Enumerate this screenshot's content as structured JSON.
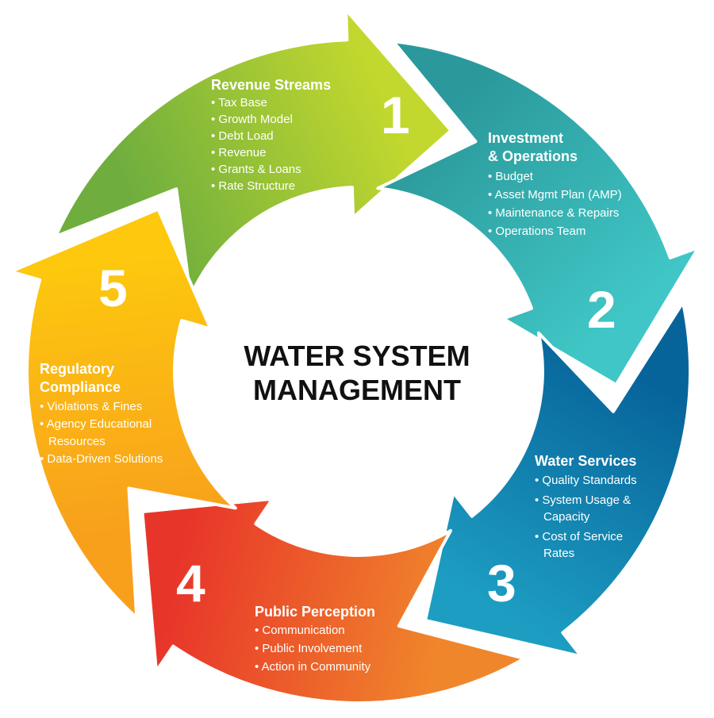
{
  "title": [
    "WATER SYSTEM",
    "MANAGEMENT"
  ],
  "segments": [
    {
      "number": "1",
      "title": [
        "Revenue Streams"
      ],
      "bullets": [
        "• Tax Base",
        "• Growth Model",
        "• Debt Load",
        "• Revenue",
        "• Grants & Loans",
        "• Rate Structure"
      ],
      "colors": [
        "#6fae3e",
        "#c3d82e"
      ]
    },
    {
      "number": "2",
      "title": [
        "Investment",
        "& Operations"
      ],
      "bullets": [
        "• Budget",
        "• Asset Mgmt Plan (AMP)",
        "• Maintenance & Repairs",
        "• Operations Team"
      ],
      "colors": [
        "#2b999b",
        "#40c6c6"
      ]
    },
    {
      "number": "3",
      "title": [
        "Water Services"
      ],
      "bullets": [
        "• Quality Standards",
        "• System Usage &",
        "Capacity",
        "• Cost of Service",
        "Rates"
      ],
      "colors": [
        "#07649a",
        "#1d9dc2"
      ]
    },
    {
      "number": "4",
      "title": [
        "Public Perception"
      ],
      "bullets": [
        "• Communication",
        "• Public Involvement",
        "• Action in Community"
      ],
      "colors": [
        "#f0862b",
        "#e8352a"
      ]
    },
    {
      "number": "5",
      "title": [
        "Regulatory",
        "Compliance"
      ],
      "bullets": [
        "• Violations & Fines",
        "• Agency Educational",
        "Resources",
        "• Data-Driven Solutions"
      ],
      "colors": [
        "#f8a01c",
        "#fdc80e"
      ]
    }
  ]
}
